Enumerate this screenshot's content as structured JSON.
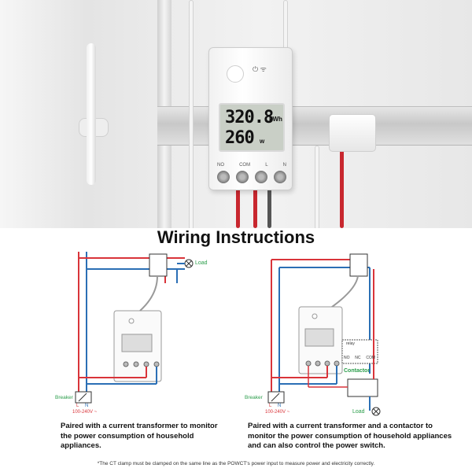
{
  "photo": {
    "lcd_energy": "320.8",
    "lcd_energy_unit": "kWh",
    "lcd_power": "260",
    "lcd_power_unit": "w",
    "terminals": [
      "NO",
      "COM",
      "L",
      "N"
    ]
  },
  "title": "Wiring Instructions",
  "left_diagram": {
    "load_label": "Load",
    "breaker_label": "Breaker",
    "l_label": "L",
    "n_label": "N",
    "voltage_label": "100-240V ~",
    "caption": "Paired with a current transformer to monitor the power consumption of household appliances."
  },
  "right_diagram": {
    "relay_label": "relay",
    "relay_terminals": [
      "NO",
      "NC",
      "COM"
    ],
    "contactor_label": "Contactor",
    "load_label": "Load",
    "breaker_label": "Breaker",
    "l_label": "L",
    "n_label": "N",
    "voltage_label": "100-240V ~",
    "caption": "Paired with a current transformer and a contactor to monitor the power consumption of household appliances and can also control the power switch."
  },
  "footnote": "*The CT clamp must be clamped on the same line as the POWCT's power input to measure power and electricity correctly.",
  "colors": {
    "live": "#d9343a",
    "neutral": "#2b6fb5",
    "accent": "#2a9d4a"
  }
}
